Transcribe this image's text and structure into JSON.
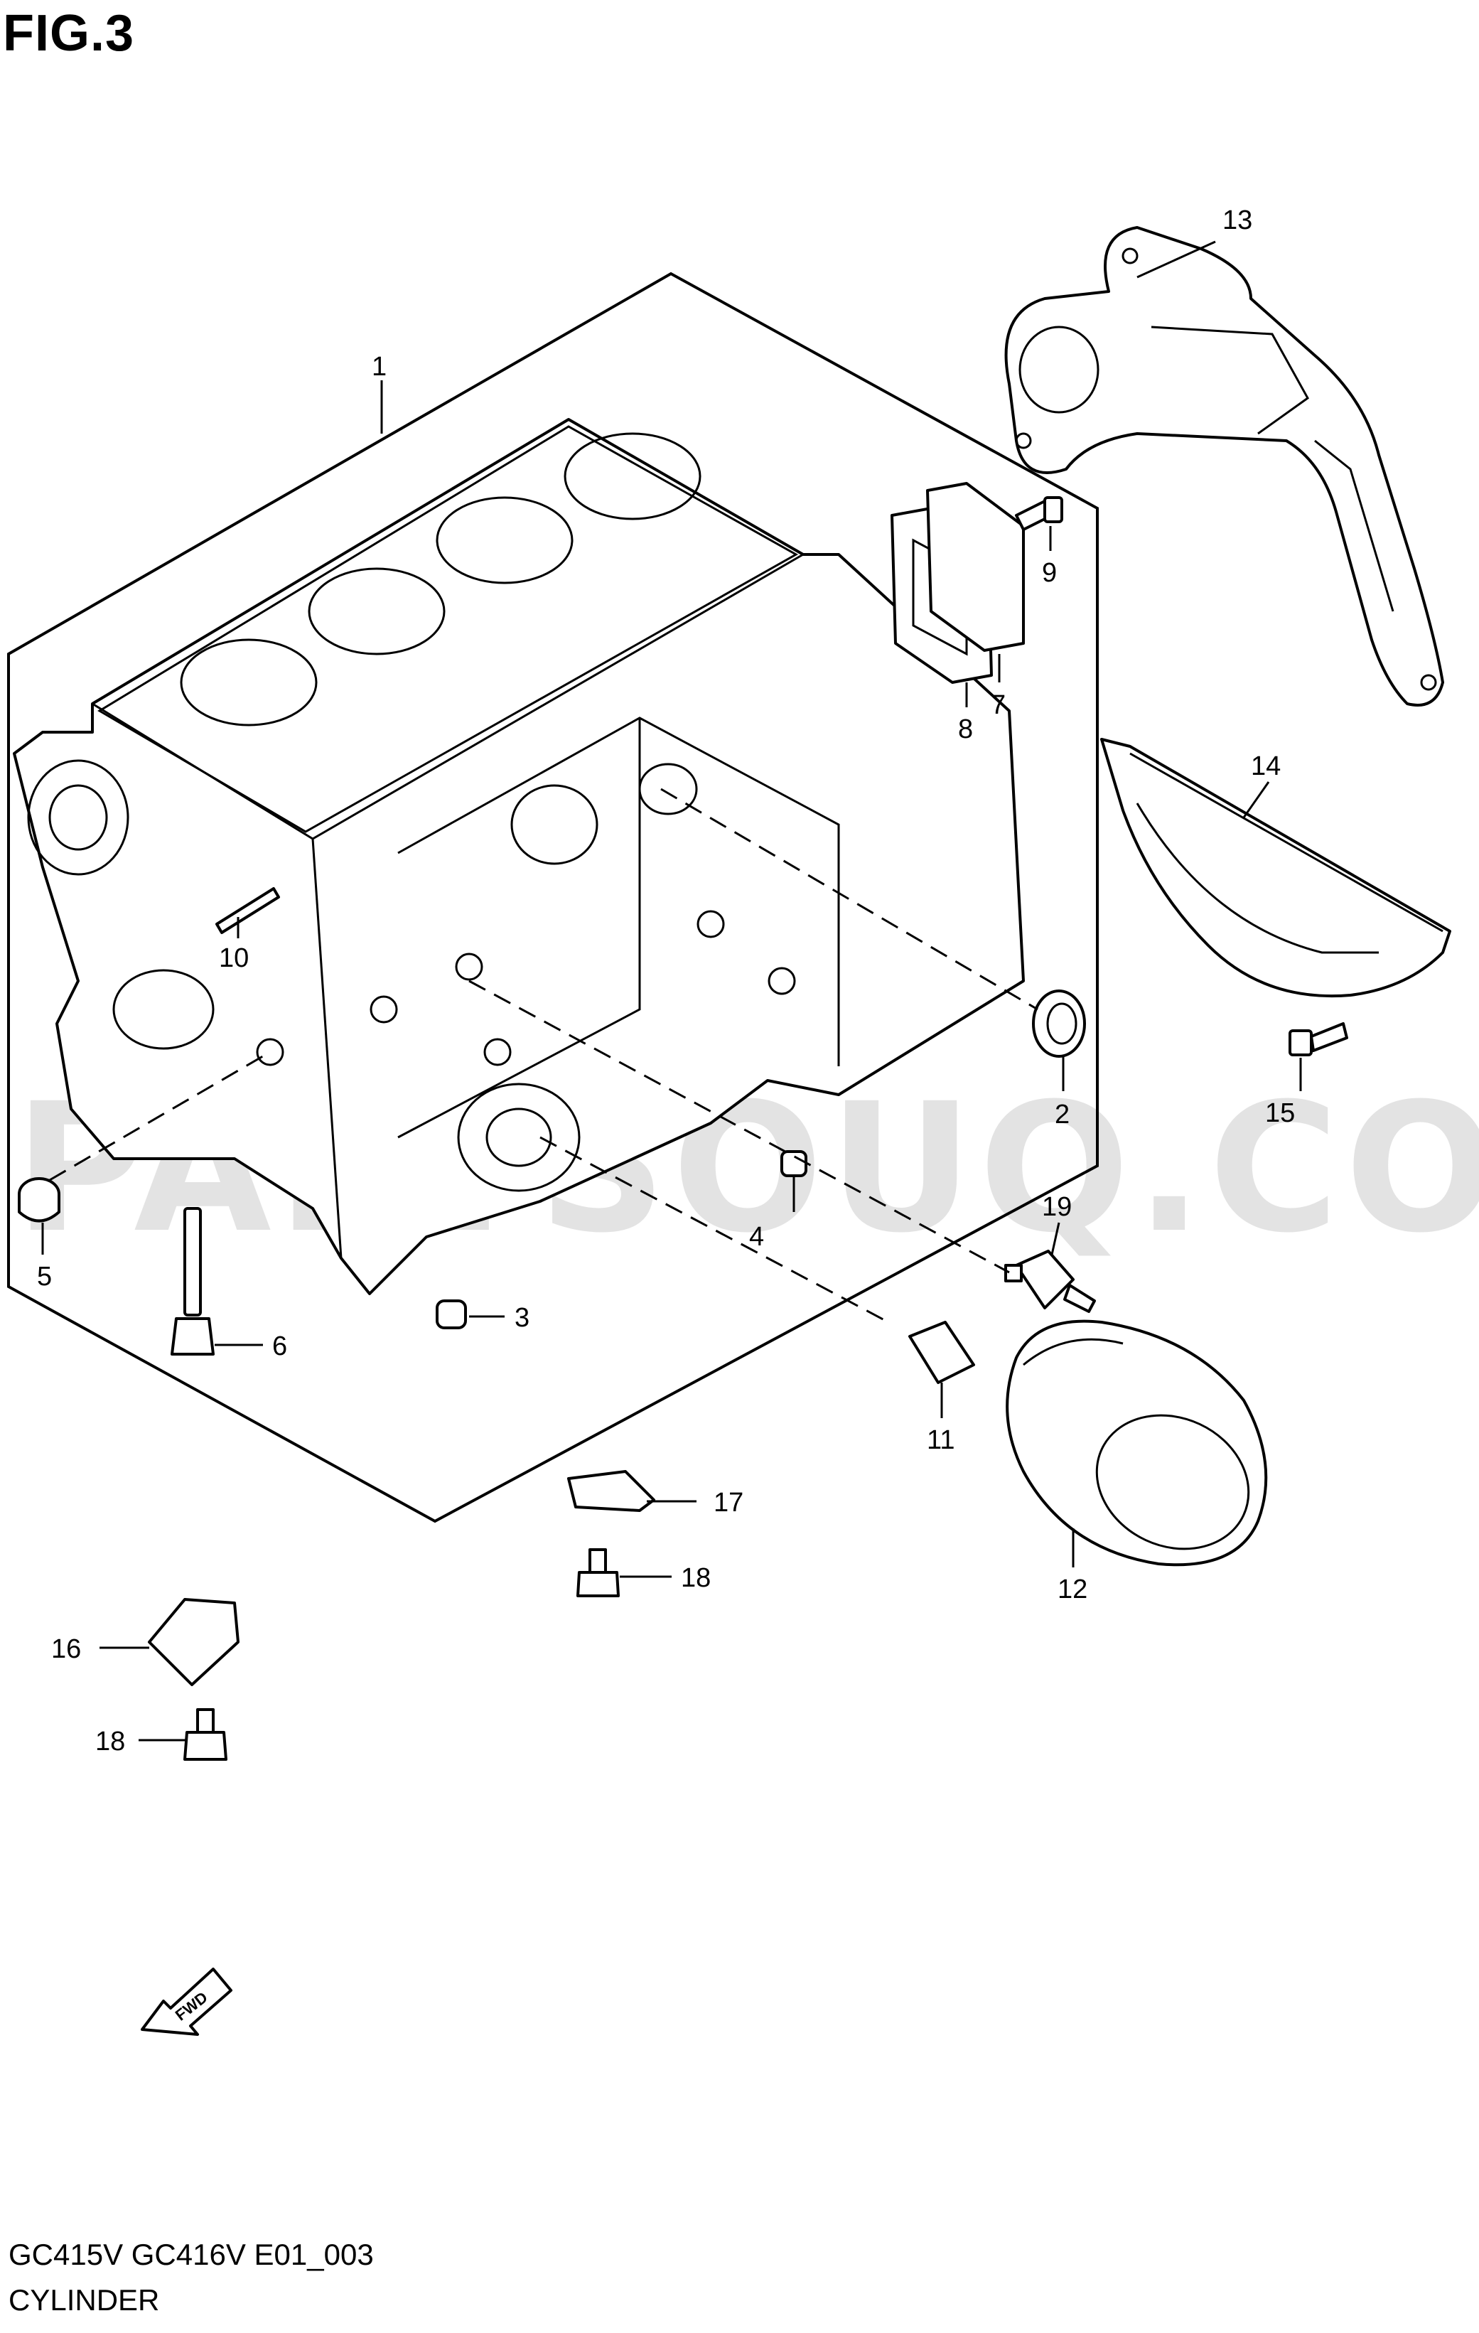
{
  "figure": {
    "title": "FIG.3"
  },
  "footer": {
    "model_code": "GC415V GC416V E01_003",
    "section_name": "CYLINDER"
  },
  "watermark": {
    "text": "PARTSOUQ.COM"
  },
  "fwd_label": "FWD",
  "callouts": [
    {
      "id": "c1",
      "label": "1"
    },
    {
      "id": "c2",
      "label": "2"
    },
    {
      "id": "c3",
      "label": "3"
    },
    {
      "id": "c4",
      "label": "4"
    },
    {
      "id": "c5",
      "label": "5"
    },
    {
      "id": "c6",
      "label": "6"
    },
    {
      "id": "c7",
      "label": "7"
    },
    {
      "id": "c8",
      "label": "8"
    },
    {
      "id": "c9",
      "label": "9"
    },
    {
      "id": "c10",
      "label": "10"
    },
    {
      "id": "c11",
      "label": "11"
    },
    {
      "id": "c12",
      "label": "12"
    },
    {
      "id": "c13",
      "label": "13"
    },
    {
      "id": "c14",
      "label": "14"
    },
    {
      "id": "c15",
      "label": "15"
    },
    {
      "id": "c16",
      "label": "16"
    },
    {
      "id": "c17",
      "label": "17"
    },
    {
      "id": "c18a",
      "label": "18"
    },
    {
      "id": "c18b",
      "label": "18"
    },
    {
      "id": "c19",
      "label": "19"
    }
  ]
}
